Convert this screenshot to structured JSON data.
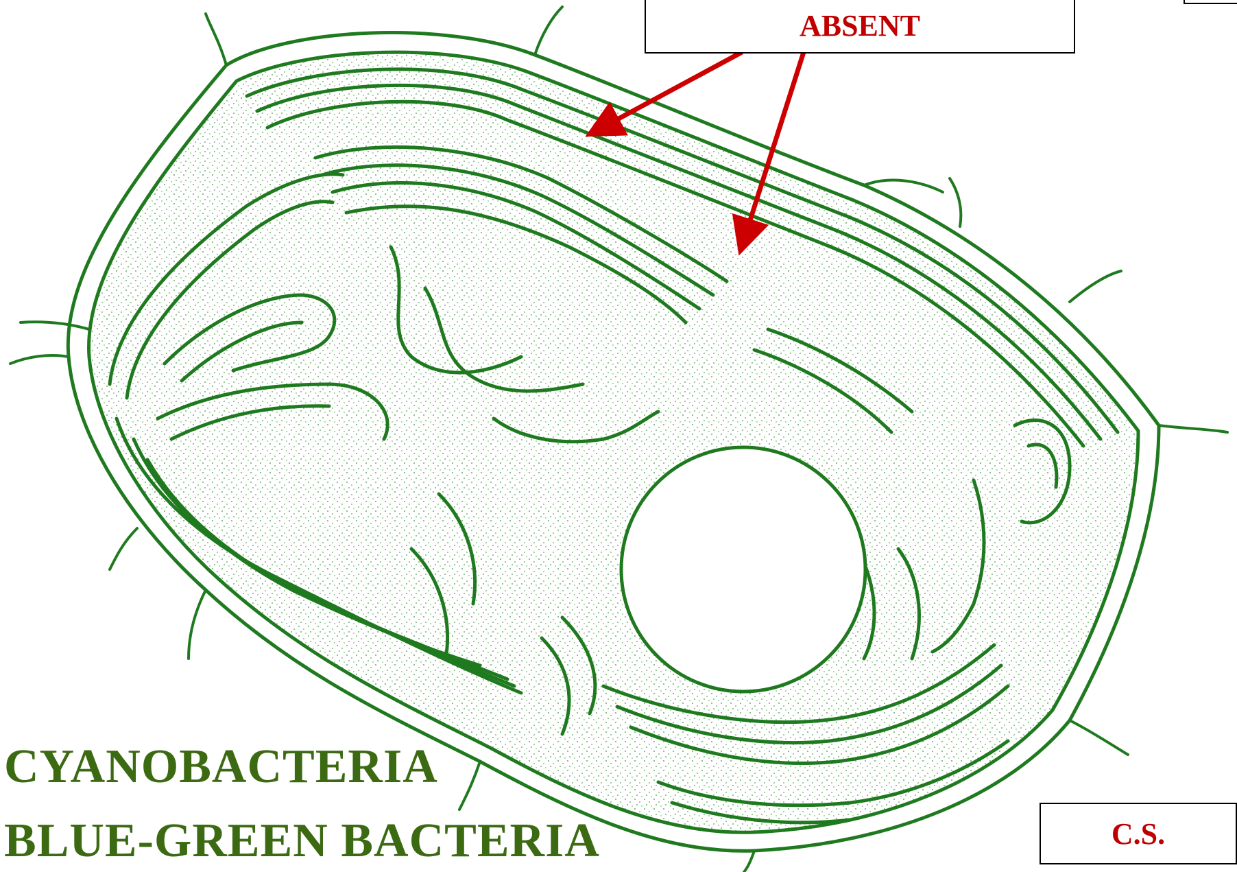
{
  "labels": {
    "absent": "ABSENT",
    "cs": "C.S."
  },
  "captions": {
    "line1": "CYANOBACTERIA",
    "line2": "BLUE-GREEN BACTERIA"
  },
  "colors": {
    "membrane": "#1f7a1f",
    "caption": "#3c6a12",
    "label_text": "#c00000",
    "arrow": "#cc0000"
  }
}
